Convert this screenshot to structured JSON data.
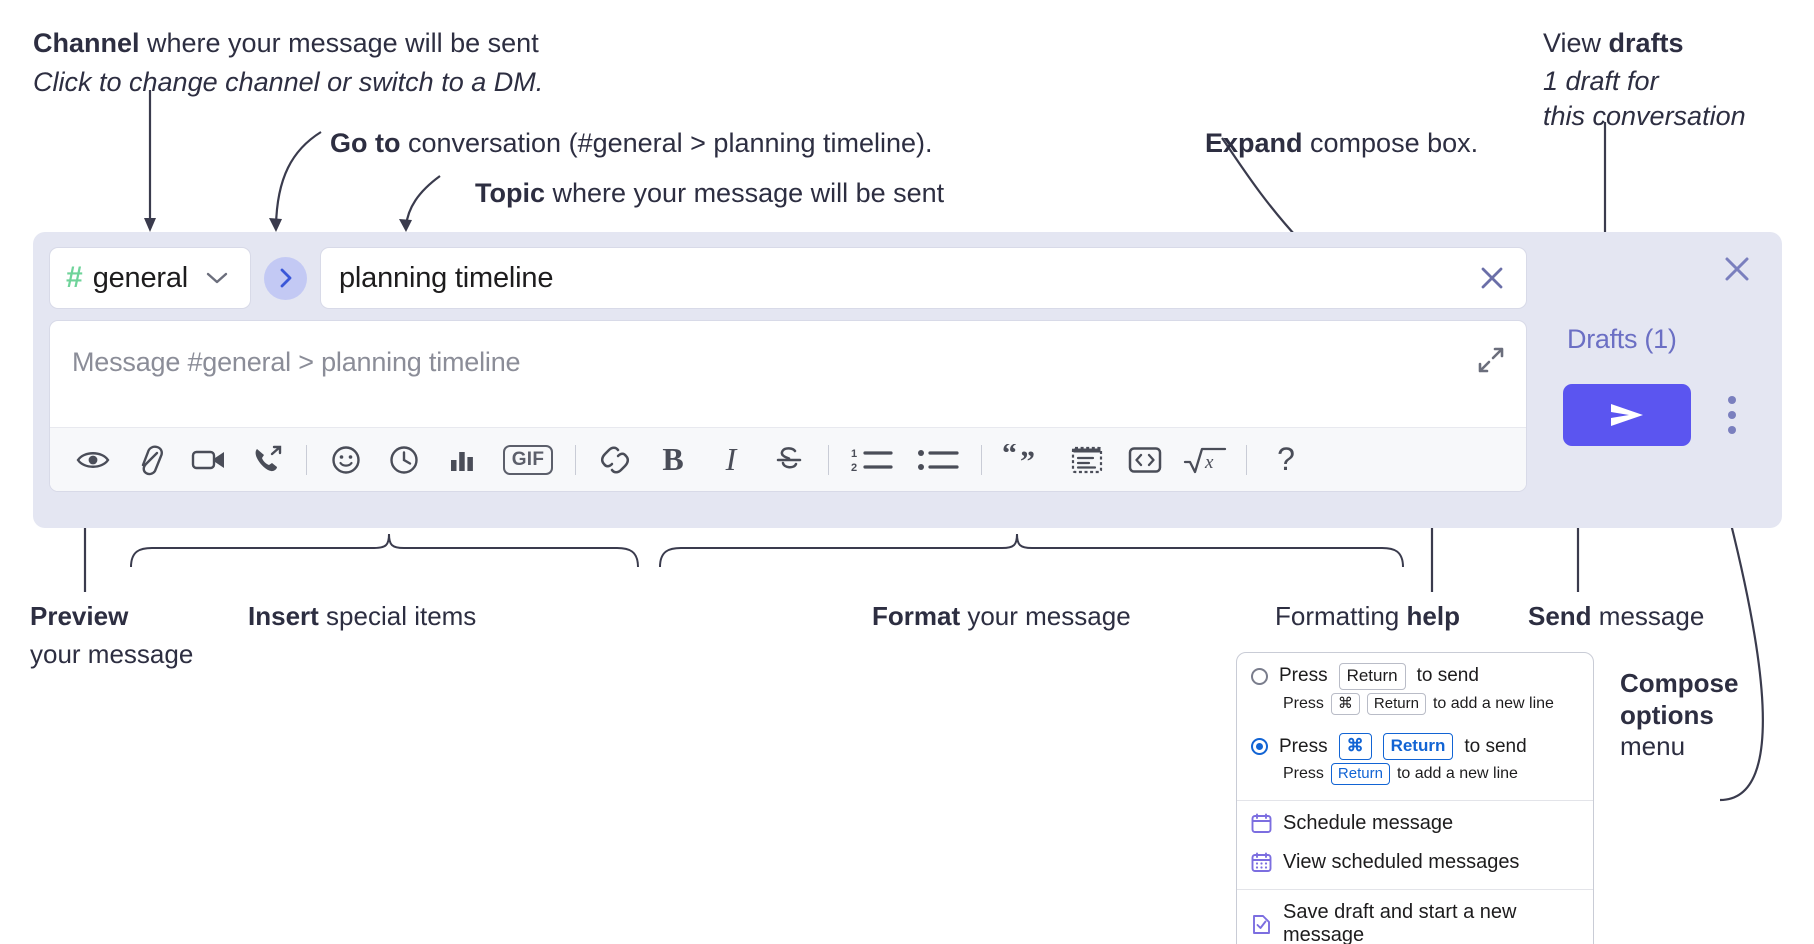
{
  "annotations": {
    "channel": {
      "bold": "Channel",
      "rest": " where your message will be sent",
      "italic": "Click to change channel or switch to a DM."
    },
    "goto": {
      "bold": "Go to",
      "rest": " conversation (#general > planning timeline)."
    },
    "topic": {
      "bold": "Topic",
      "rest": " where your message will be sent"
    },
    "expand": {
      "bold": "Expand",
      "rest": " compose box."
    },
    "drafts": {
      "plain": "View ",
      "bold": "drafts",
      "italic1": "1 draft for",
      "italic2": "this conversation"
    },
    "preview": {
      "bold": "Preview",
      "rest": "your message"
    },
    "insert": {
      "bold": "Insert",
      "rest": " special items"
    },
    "format": {
      "bold": "Format",
      "rest": " your message"
    },
    "formatting_help": {
      "plain": "Formatting ",
      "bold": "help"
    },
    "send": {
      "bold": "Send",
      "rest": " message"
    },
    "compose_options": {
      "bold1": "Compose",
      "bold2": "options",
      "rest": "menu"
    }
  },
  "compose": {
    "channel_name": "general",
    "hash_symbol": "#",
    "topic_value": "planning timeline",
    "message_placeholder": "Message #general > planning timeline",
    "drafts_label": "Drafts (1)",
    "gif_label": "GIF",
    "bold_label": "B",
    "italic_label": "I",
    "help_label": "?",
    "toolbar": [
      {
        "name": "preview-icon",
        "title": "Preview"
      },
      {
        "name": "attachment-icon",
        "title": "Attach file"
      },
      {
        "name": "video-icon",
        "title": "Video clip"
      },
      {
        "name": "audio-call-icon",
        "title": "Audio clip"
      },
      {
        "name": "emoji-icon",
        "title": "Emoji"
      },
      {
        "name": "clock-icon",
        "title": "Reminder"
      },
      {
        "name": "poll-icon",
        "title": "Poll"
      },
      {
        "name": "gif-icon",
        "title": "GIF"
      },
      {
        "name": "link-icon",
        "title": "Link"
      },
      {
        "name": "bold-icon",
        "title": "Bold"
      },
      {
        "name": "italic-icon",
        "title": "Italic"
      },
      {
        "name": "strikethrough-icon",
        "title": "Strikethrough"
      },
      {
        "name": "ordered-list-icon",
        "title": "Ordered list"
      },
      {
        "name": "bulleted-list-icon",
        "title": "Bulleted list"
      },
      {
        "name": "blockquote-icon",
        "title": "Blockquote"
      },
      {
        "name": "code-block-icon",
        "title": "Code block"
      },
      {
        "name": "code-icon",
        "title": "Code"
      },
      {
        "name": "latex-icon",
        "title": "Math"
      },
      {
        "name": "help-icon",
        "title": "Formatting help"
      }
    ]
  },
  "popup": {
    "option1": {
      "pre": "Press ",
      "key": "Return",
      "post": " to send",
      "sub_pre": "Press ",
      "sub_key1": "⌘",
      "sub_key2": "Return",
      "sub_post": " to add a new line",
      "selected": false
    },
    "option2": {
      "pre": "Press ",
      "key1": "⌘",
      "key2": "Return",
      "post": " to send",
      "sub_pre": "Press ",
      "sub_key": "Return",
      "sub_post": " to add a new line",
      "selected": true
    },
    "items": [
      {
        "icon": "calendar-icon",
        "label": "Schedule message"
      },
      {
        "icon": "calendar-grid-icon",
        "label": "View scheduled messages"
      },
      {
        "icon": "save-draft-icon",
        "label": "Save draft and start a new message"
      }
    ]
  },
  "colors": {
    "panel_bg": "#E4E6F2",
    "send_button": "#5B55F0",
    "hash_green": "#6FD39A",
    "go_circle": "#C3C9F4",
    "drafts_text": "#6B6FC4",
    "menu_icon_purple": "#7C6EE0",
    "radio_blue": "#1264D4"
  }
}
